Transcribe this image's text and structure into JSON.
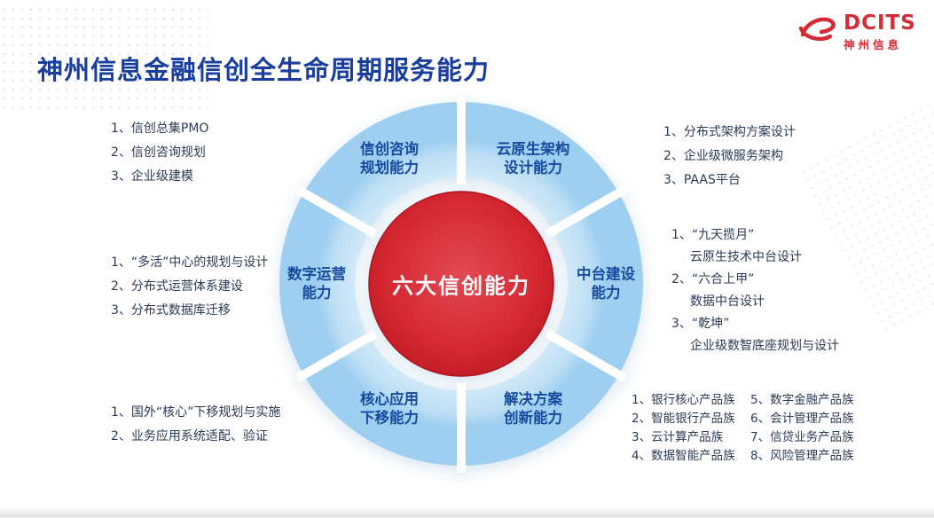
{
  "page": {
    "title": "神州信息金融信创全生命周期服务能力"
  },
  "logo": {
    "name": "DCITS",
    "subtitle": "神州信息"
  },
  "wheel": {
    "center_label": "六大信创能力",
    "segments": [
      {
        "line1": "信创咨询",
        "line2": "规划能力"
      },
      {
        "line1": "云原生架构",
        "line2": "设计能力"
      },
      {
        "line1": "中台建设",
        "line2": "能力"
      },
      {
        "line1": "解决方案",
        "line2": "创新能力"
      },
      {
        "line1": "核心应用",
        "line2": "下移能力"
      },
      {
        "line1": "数字运营",
        "line2": "能力"
      }
    ]
  },
  "lists": {
    "top_left": [
      "1、信创总集PMO",
      "2、信创咨询规划",
      "3、企业级建模"
    ],
    "top_right": [
      "1、分布式架构方案设计",
      "2、企业级微服务架构",
      "3、PAAS平台"
    ],
    "left": [
      "1、“多活”中心的规划与设计",
      "2、分布式运营体系建设",
      "3、分布式数据库迁移"
    ],
    "right": [
      {
        "main": "1、“九天揽月”",
        "sub": "云原生技术中台设计"
      },
      {
        "main": "2、“六合上甲”",
        "sub": "数据中台设计"
      },
      {
        "main": "3、“乾坤”",
        "sub": "企业级数智底座规划与设计"
      }
    ],
    "bottom_left": [
      "1、国外“核心”下移规划与实施",
      "2、业务应用系统适配、验证"
    ],
    "bottom_right_col1": [
      "1、银行核心产品族",
      "2、智能银行产品族",
      "3、云计算产品族",
      "4、数据智能产品族"
    ],
    "bottom_right_col2": [
      "5、数字金融产品族",
      "6、会计管理产品族",
      "7、信贷业务产品族",
      "8、风险管理产品族"
    ]
  },
  "colors": {
    "brand_blue": "#1a3e9e",
    "accent_red": "#d42b35",
    "wheel_blue": "#b3d9f2",
    "text_navy": "#2b3a55"
  }
}
